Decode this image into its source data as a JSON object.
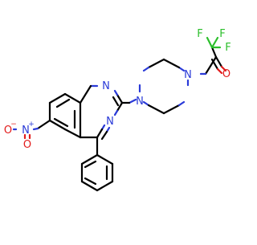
{
  "molecule": {
    "atoms": {
      "f1": "F",
      "f2": "F",
      "f3": "F",
      "o_carbonyl": "O",
      "n_piperazine_top": "N",
      "n_piperazine_bottom": "N",
      "n_quinazoline_1": "N",
      "n_quinazoline_3": "N",
      "n_nitro": "N",
      "n_nitro_charge": "+",
      "o_nitro_1": "O",
      "o_nitro_1_charge": "−",
      "o_nitro_2": "O"
    },
    "colors": {
      "carbon": "#000000",
      "nitrogen": "#2a3ad8",
      "oxygen": "#e21b1b",
      "fluorine": "#2bbf2b"
    }
  }
}
